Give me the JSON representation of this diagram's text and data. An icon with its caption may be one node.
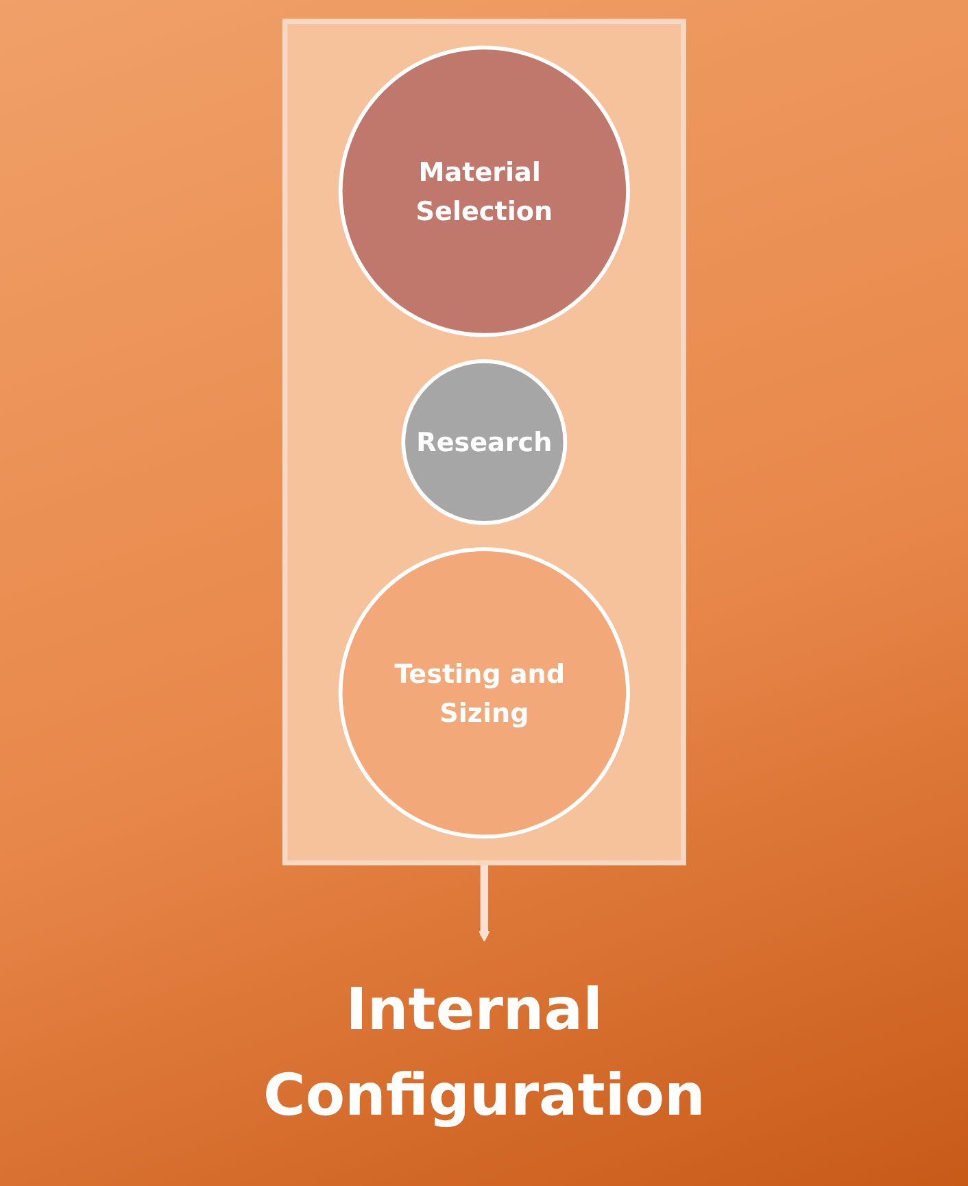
{
  "diagram": {
    "nodes": [
      {
        "text": [],
        "shape": "funnel"
      },
      {
        "text": [
          "Material Selection"
        ],
        "in": 0
      },
      {
        "text": [
          "Research"
        ],
        "in": 0
      },
      {
        "text": [
          "Testing and Sizing"
        ],
        "in": 0
      },
      {
        "text": [
          "Internal Configuration"
        ]
      }
    ],
    "edges": [
      {
        "from": 0,
        "to": 4,
        "arrow": "to"
      }
    ]
  }
}
